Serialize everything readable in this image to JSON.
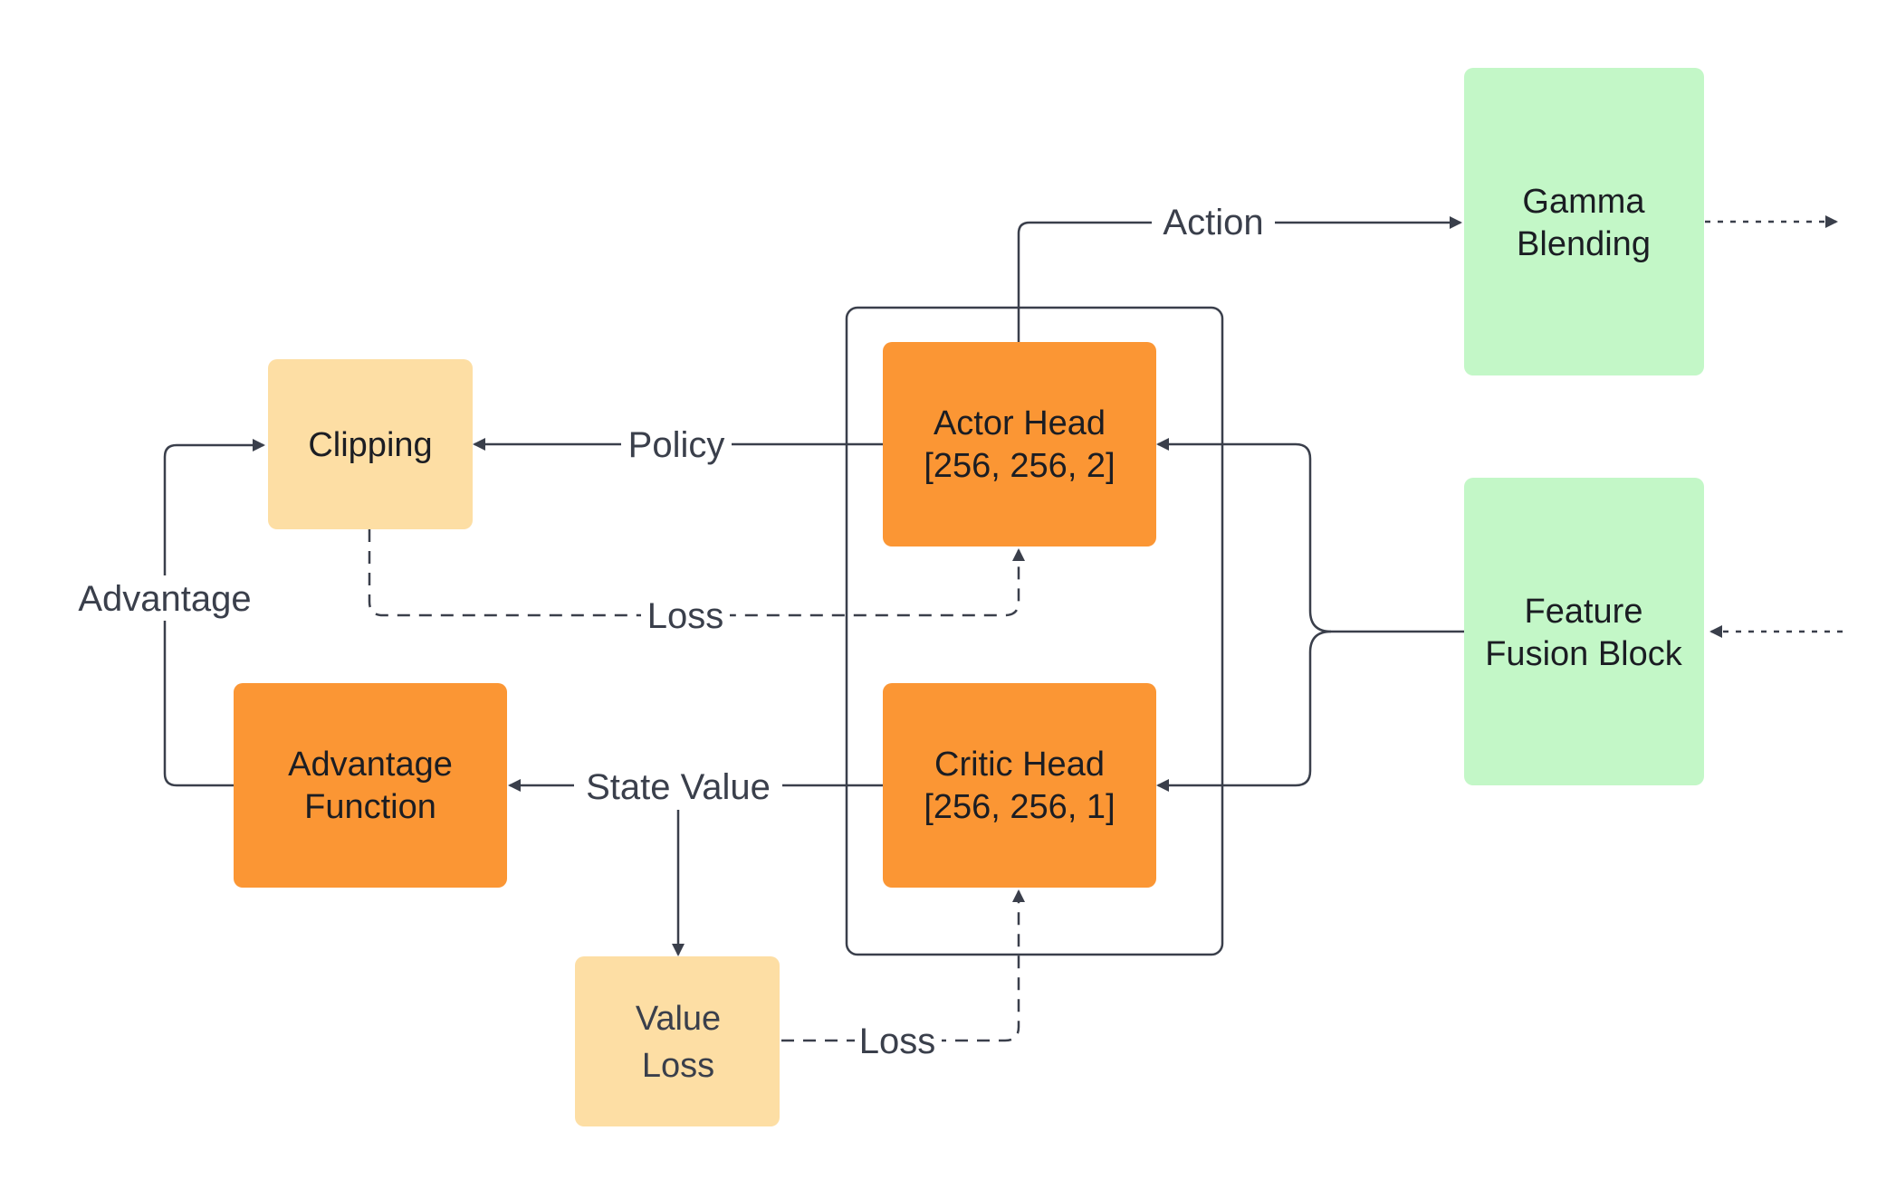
{
  "colors": {
    "orange": "#fb9634",
    "light_orange": "#fddea4",
    "green": "#c3f7c7",
    "line": "#3a3f4b",
    "text": "#1b1d23"
  },
  "nodes": {
    "clipping": {
      "label": "Clipping"
    },
    "actor_head": {
      "line1": "Actor Head",
      "line2": "[256, 256, 2]"
    },
    "critic_head": {
      "line1": "Critic Head",
      "line2": "[256, 256, 1]"
    },
    "advantage_function": {
      "line1": "Advantage",
      "line2": "Function"
    },
    "value_loss": {
      "line1": "Value",
      "line2": "Loss"
    },
    "gamma_blending": {
      "line1": "Gamma",
      "line2": "Blending"
    },
    "feature_fusion": {
      "line1": "Feature",
      "line2": "Fusion Block"
    }
  },
  "edges": {
    "action": "Action",
    "policy": "Policy",
    "loss_actor": "Loss",
    "advantage": "Advantage",
    "state_value": "State Value",
    "loss_critic": "Loss"
  }
}
